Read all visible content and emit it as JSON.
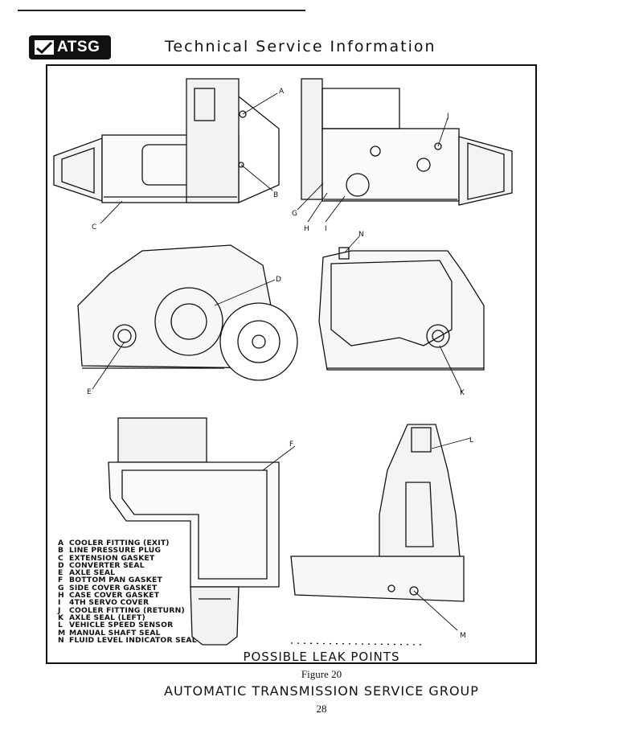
{
  "header": {
    "logo_text": "ATSG",
    "title": "Technical Service Information"
  },
  "figure": {
    "caption": "POSSIBLE LEAK POINTS",
    "number_label": "Figure 20",
    "callouts": [
      "A",
      "B",
      "C",
      "D",
      "E",
      "F",
      "G",
      "H",
      "I",
      "J",
      "K",
      "L",
      "M",
      "N"
    ],
    "legend": [
      {
        "letter": "A",
        "text": "COOLER FITTING (EXIT)"
      },
      {
        "letter": "B",
        "text": "LINE PRESSURE PLUG"
      },
      {
        "letter": "C",
        "text": "EXTENSION GASKET"
      },
      {
        "letter": "D",
        "text": "CONVERTER SEAL"
      },
      {
        "letter": "E",
        "text": "AXLE SEAL"
      },
      {
        "letter": "F",
        "text": "BOTTOM PAN GASKET"
      },
      {
        "letter": "G",
        "text": "SIDE COVER GASKET"
      },
      {
        "letter": "H",
        "text": "CASE COVER GASKET"
      },
      {
        "letter": "I",
        "text": "4TH SERVO COVER"
      },
      {
        "letter": "J",
        "text": "COOLER FITTING (RETURN)"
      },
      {
        "letter": "K",
        "text": "AXLE SEAL (LEFT)"
      },
      {
        "letter": "L",
        "text": "VEHICLE SPEED SENSOR"
      },
      {
        "letter": "M",
        "text": "MANUAL SHAFT SEAL"
      },
      {
        "letter": "N",
        "text": "FLUID LEVEL INDICATOR SEAL"
      }
    ]
  },
  "footer": {
    "org": "AUTOMATIC TRANSMISSION SERVICE GROUP",
    "page": "28"
  }
}
